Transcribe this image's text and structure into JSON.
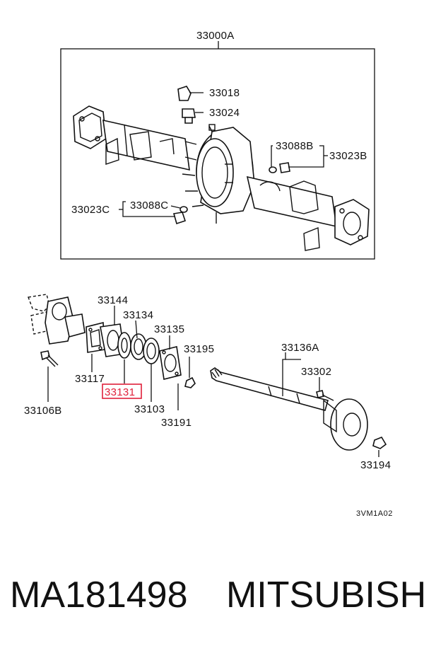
{
  "diagram": {
    "top_assembly_label": "33000A",
    "top_labels": {
      "breather_cap": "33018",
      "breather_plug": "33024",
      "washer_right": "33088B",
      "plug_right": "33023B",
      "plug_left": "33023C",
      "washer_left": "33088C"
    },
    "bottom_labels": {
      "bearing_case": "33144",
      "bearing": "33134",
      "retainer": "33135",
      "stud_nut": "33195",
      "shaft_assembly": "33136A",
      "hub_bolt": "33302",
      "gasket": "33117",
      "oil_seal": "33131",
      "inner_retainer": "33103",
      "nut_lower": "33191",
      "bolt_left": "33106B",
      "hub_nut": "33194"
    },
    "highlight_color": "#e0203a",
    "drawing_code": "3VM1A02"
  },
  "footer": {
    "part_number": "MA181498",
    "brand": "MITSUBISHI"
  }
}
